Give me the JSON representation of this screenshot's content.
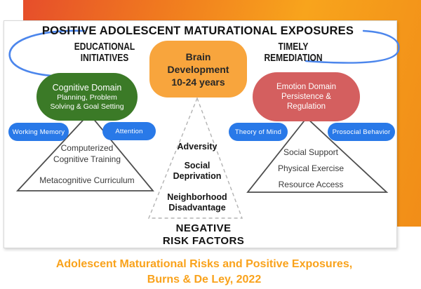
{
  "page": {
    "caption_line1": "Adolescent Maturational Risks and Positive Exposures,",
    "caption_line2": "Burns & De Ley, 2022"
  },
  "diagram": {
    "title": "POSITIVE ADOLESCENT MATURATIONAL EXPOSURES",
    "negative_line1": "NEGATIVE",
    "negative_line2": "RISK FACTORS",
    "center": {
      "box_line1": "Brain",
      "box_line2": "Development",
      "box_line3": "10-24 years",
      "risk_items": [
        "Adversity",
        "Social Deprivation",
        "Neighborhood Disadvantage"
      ]
    },
    "left": {
      "heading_line1": "EDUCATIONAL",
      "heading_line2": "INITIATIVES",
      "oval_line1": "Cognitive Domain",
      "oval_line2": "Planning, Problem",
      "oval_line3": "Solving & Goal Setting",
      "pills": [
        "Working Memory",
        "Attention"
      ],
      "triangle_items": [
        "Computerized Cognitive Training",
        "Metacognitive Curriculum"
      ]
    },
    "right": {
      "heading_line1": "TIMELY",
      "heading_line2": "REMEDIATION",
      "oval_line1": "Emotion Domain",
      "oval_line2": "Persistence &",
      "oval_line3": "Regulation",
      "pills": [
        "Theory of Mind",
        "Prosocial Behavior"
      ],
      "triangle_items": [
        "Social Support",
        "Physical Exercise",
        "Resource Access"
      ]
    }
  },
  "colors": {
    "background_orange_start": "#e64e2b",
    "background_orange_end": "#f18d18",
    "cognitive_green": "#3b7a27",
    "emotion_red": "#d45f5f",
    "brain_box_orange": "#f8a53d",
    "pill_blue": "#2979e8",
    "arc_blue": "#4c86ec",
    "caption_orange": "#f9a21b"
  }
}
